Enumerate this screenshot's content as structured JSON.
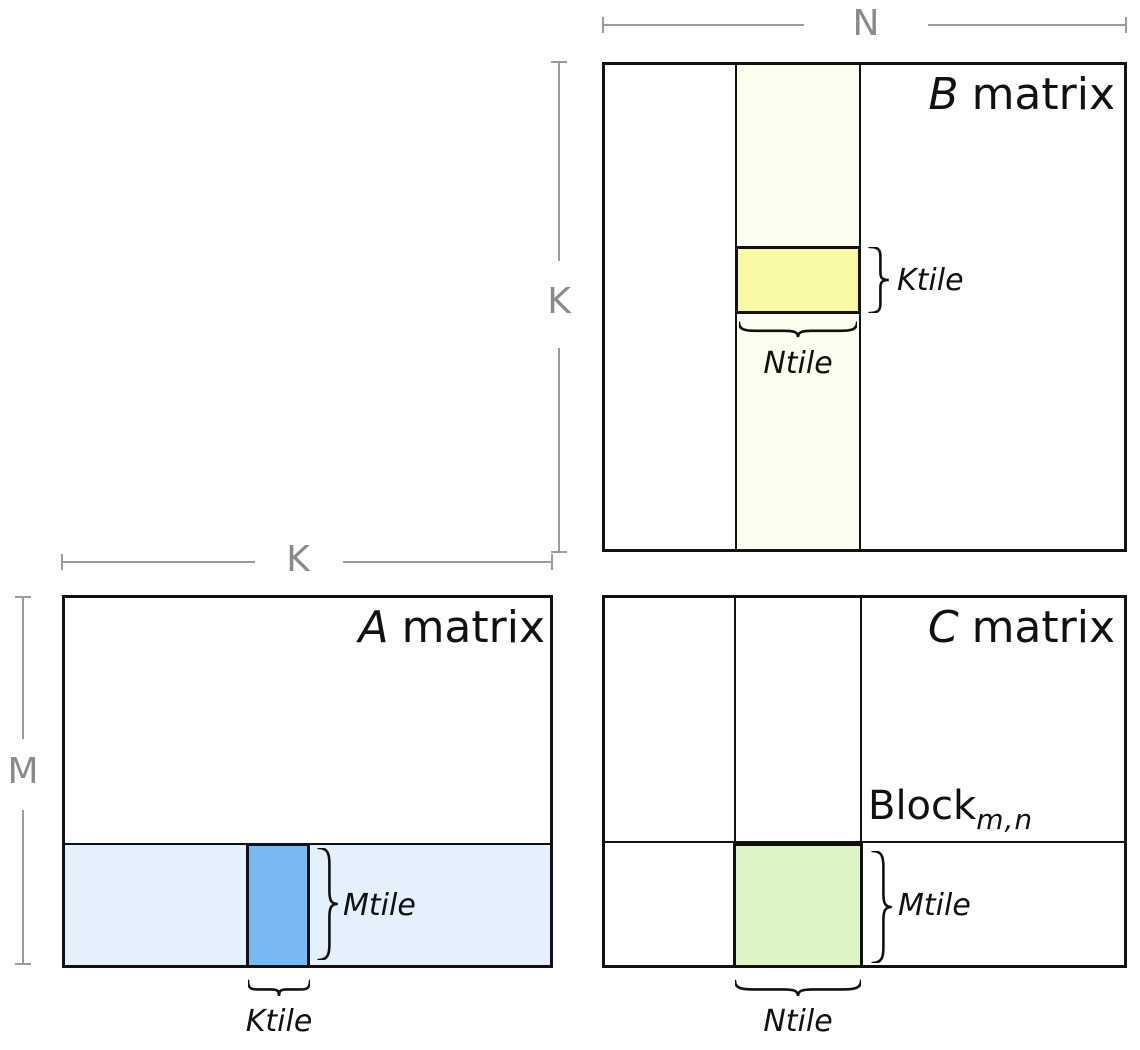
{
  "dims": {
    "n": "N",
    "k_vertical": "K",
    "k_horizontal": "K",
    "m": "M"
  },
  "b_matrix": {
    "title_letter": "B",
    "title_word": "matrix",
    "side_tile_label": "Ktile",
    "bottom_tile_label": "Ntile"
  },
  "a_matrix": {
    "title_letter": "A",
    "title_word": "matrix",
    "side_tile_label": "Mtile",
    "bottom_tile_label": "Ktile"
  },
  "c_matrix": {
    "title_letter": "C",
    "title_word": "matrix",
    "side_tile_label": "Mtile",
    "bottom_tile_label": "Ntile",
    "block_word": "Block",
    "block_subscript": "m,n"
  },
  "colors": {
    "outline_black": "#111111",
    "dim_line_gray": "#9b9b9b",
    "dim_text_gray": "#8a8a8a",
    "b_strip_cream": "#fdfdf0",
    "b_tile_yellow": "#f9f9a4",
    "a_strip_lightblue": "#e4f0fc",
    "a_tile_blue": "#77b8f5",
    "c_tile_green": "#ddf5c4"
  }
}
